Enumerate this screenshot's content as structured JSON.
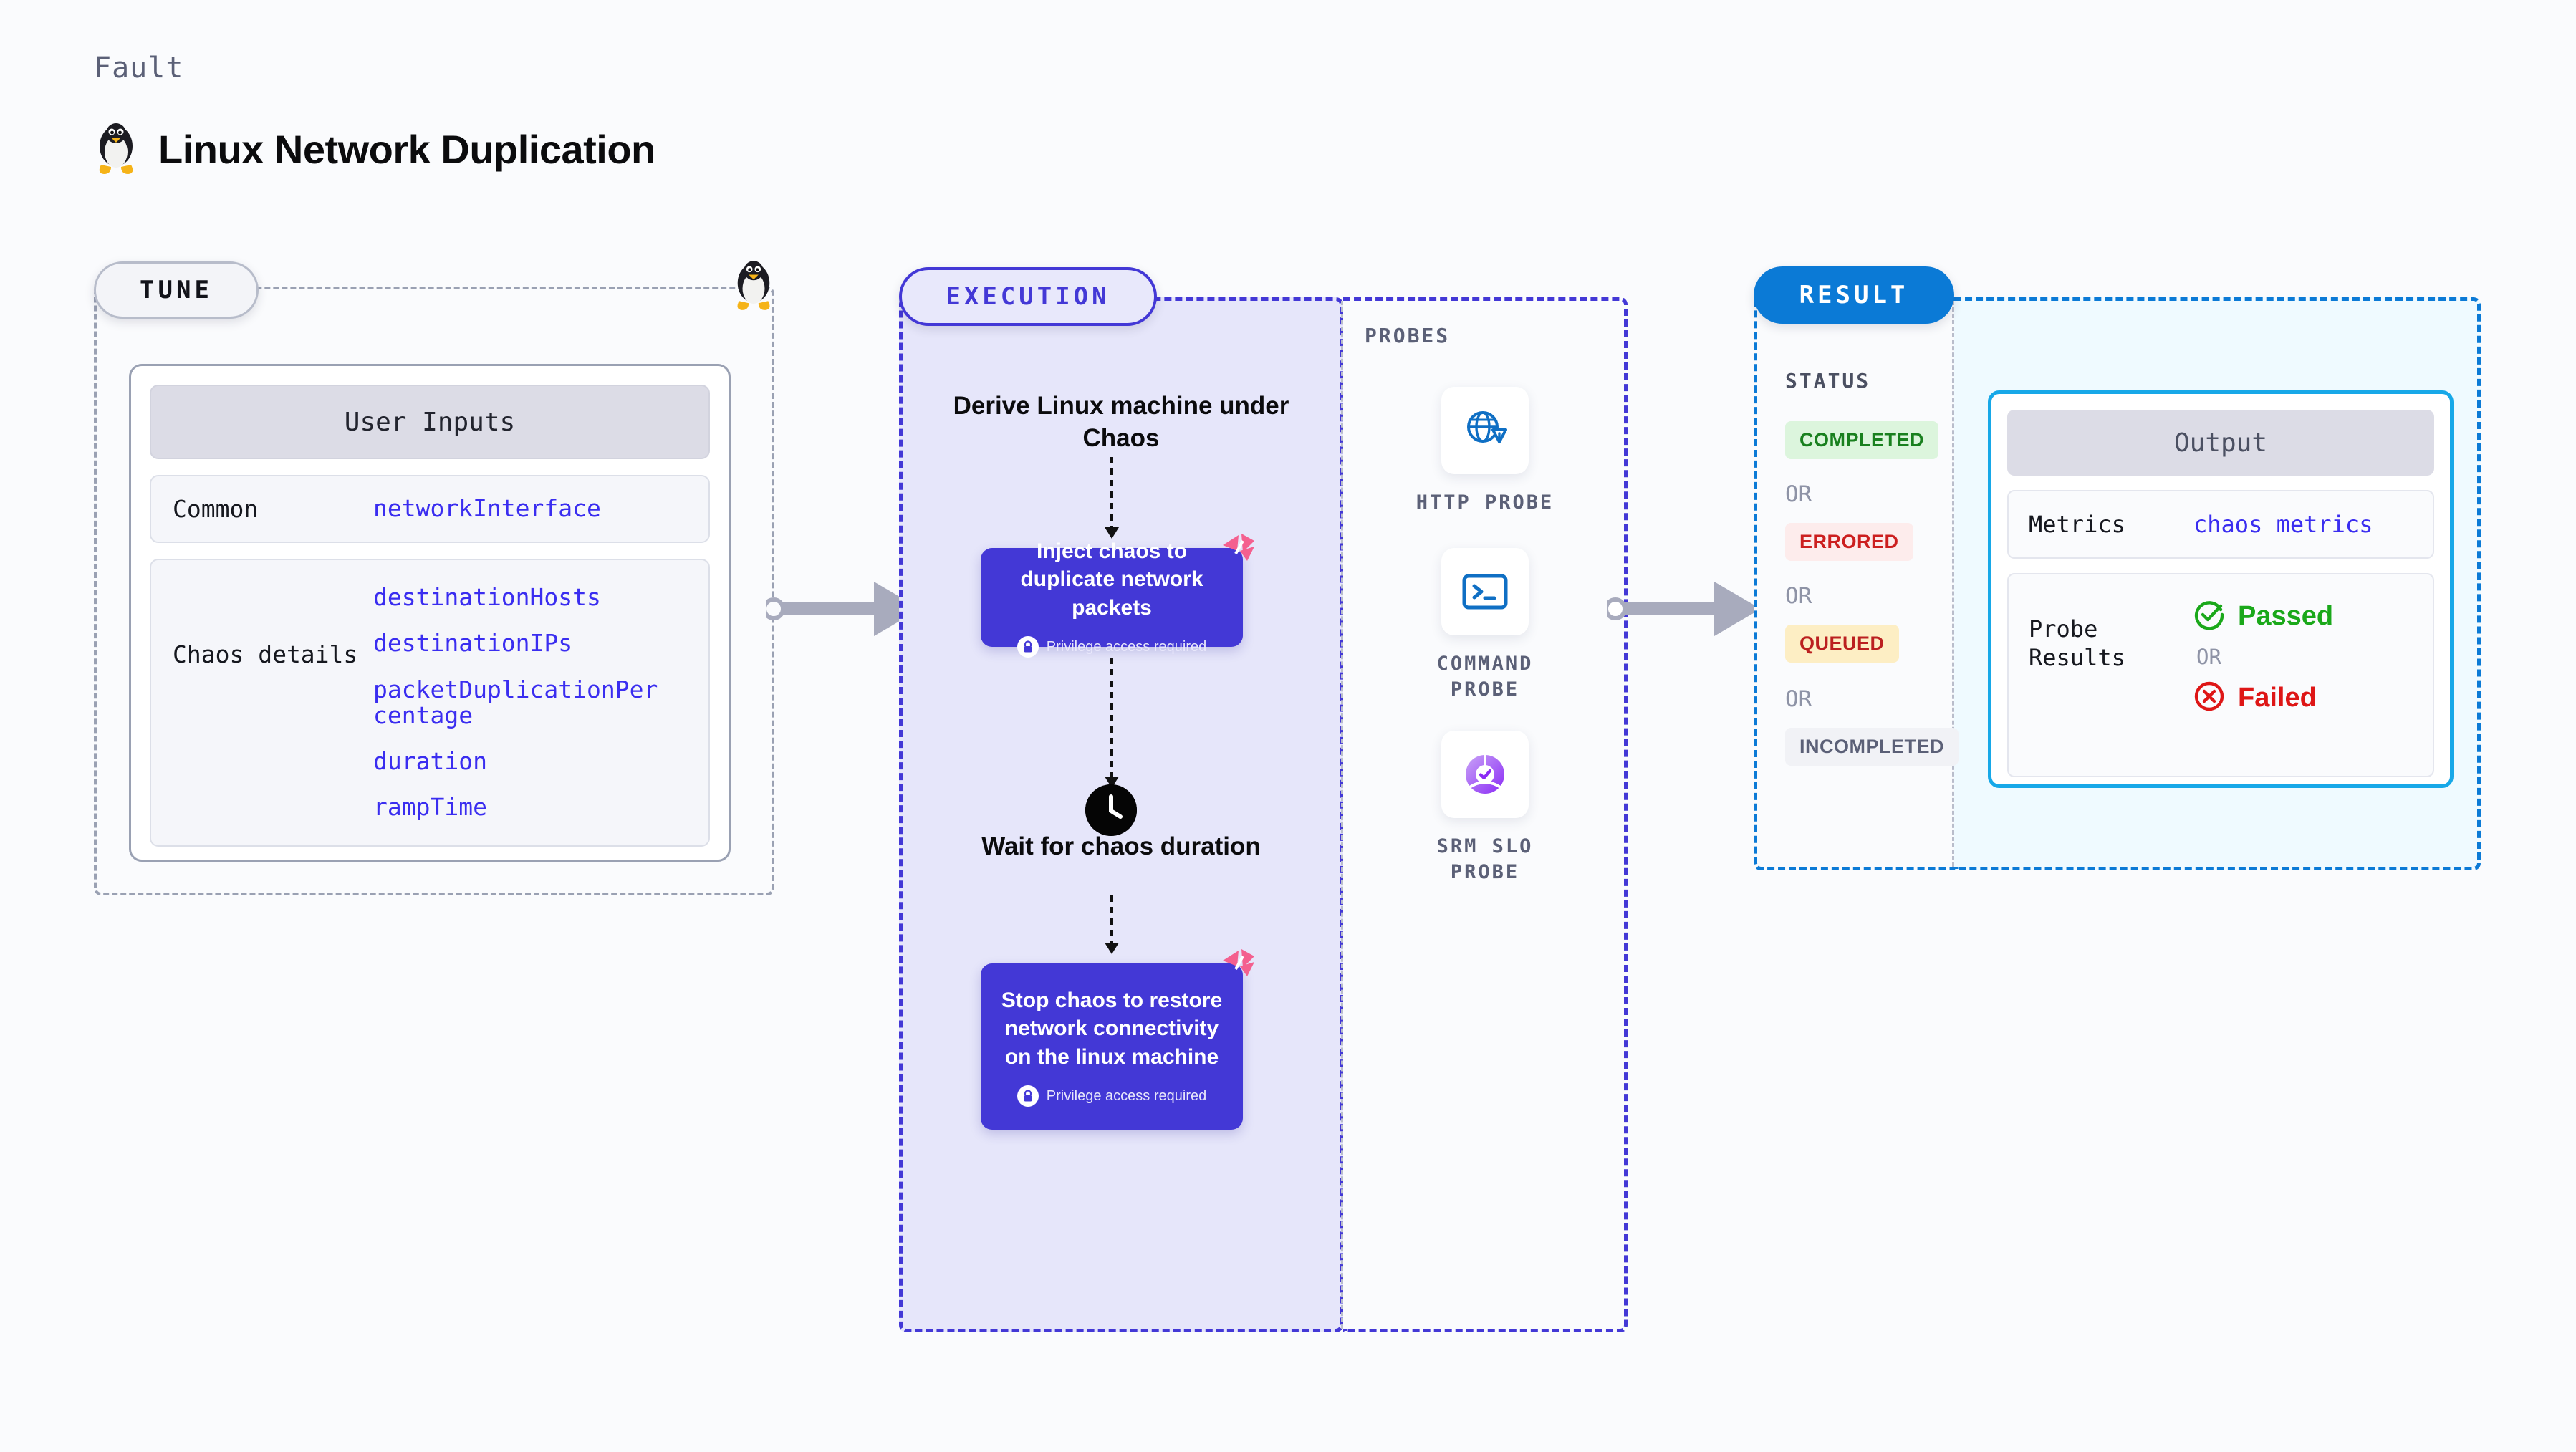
{
  "header": {
    "kicker": "Fault",
    "title": "Linux Network Duplication",
    "logo_icon": "linux-penguin-icon"
  },
  "tune": {
    "pill_label": "TUNE",
    "corner_icon": "linux-penguin-icon",
    "card_title": "User Inputs",
    "rows": [
      {
        "key": "Common",
        "values": [
          "networkInterface"
        ]
      },
      {
        "key": "Chaos details",
        "values": [
          "destinationHosts",
          "destinationIPs",
          "packetDuplicationPercentage",
          "duration",
          "rampTime"
        ]
      }
    ]
  },
  "execution": {
    "pill_label": "EXECUTION",
    "step1_title": "Derive Linux machine under Chaos",
    "inject_box": {
      "text": "Inject chaos to duplicate network packets",
      "privilege_note": "Privilege access required",
      "badge_icon": "harness-mark-icon",
      "lock_icon": "lock-icon"
    },
    "wait_title": "Wait for chaos duration",
    "clock_icon": "clock-icon",
    "stop_box": {
      "text": "Stop chaos to restore network connectivity on the linux machine",
      "privilege_note": "Privilege access required",
      "badge_icon": "harness-mark-icon",
      "lock_icon": "lock-icon"
    }
  },
  "probes": {
    "section_label": "PROBES",
    "items": [
      {
        "label": "HTTP PROBE",
        "icon": "globe-warning-icon"
      },
      {
        "label": "COMMAND PROBE",
        "icon": "terminal-icon"
      },
      {
        "label": "SRM SLO PROBE",
        "icon": "slo-donut-check-icon"
      }
    ]
  },
  "result": {
    "pill_label": "RESULT",
    "status_label": "STATUS",
    "or_label": "OR",
    "statuses": [
      {
        "label": "COMPLETED",
        "bg": "#dcf5dd",
        "fg": "#19801f"
      },
      {
        "label": "ERRORED",
        "bg": "#fdecec",
        "fg": "#cc1f1f"
      },
      {
        "label": "QUEUED",
        "bg": "#fdeec4",
        "fg": "#bb2020"
      },
      {
        "label": "INCOMPLETED",
        "bg": "#f1f2f6",
        "fg": "#5b6077"
      }
    ]
  },
  "output": {
    "card_title": "Output",
    "metrics_key": "Metrics",
    "metrics_value": "chaos metrics",
    "probe_results_key": "Probe Results",
    "passed_label": "Passed",
    "failed_label": "Failed",
    "or_label": "OR",
    "passed_icon": "check-circle-icon",
    "failed_icon": "x-circle-icon"
  },
  "colors": {
    "accent_purple": "#4338d6",
    "accent_blue": "#0b7ad6",
    "accent_cyan": "#17a8e8",
    "code_blue": "#3a2df0",
    "pink": "#f4608f",
    "gray_dash": "#9aa1b3"
  }
}
